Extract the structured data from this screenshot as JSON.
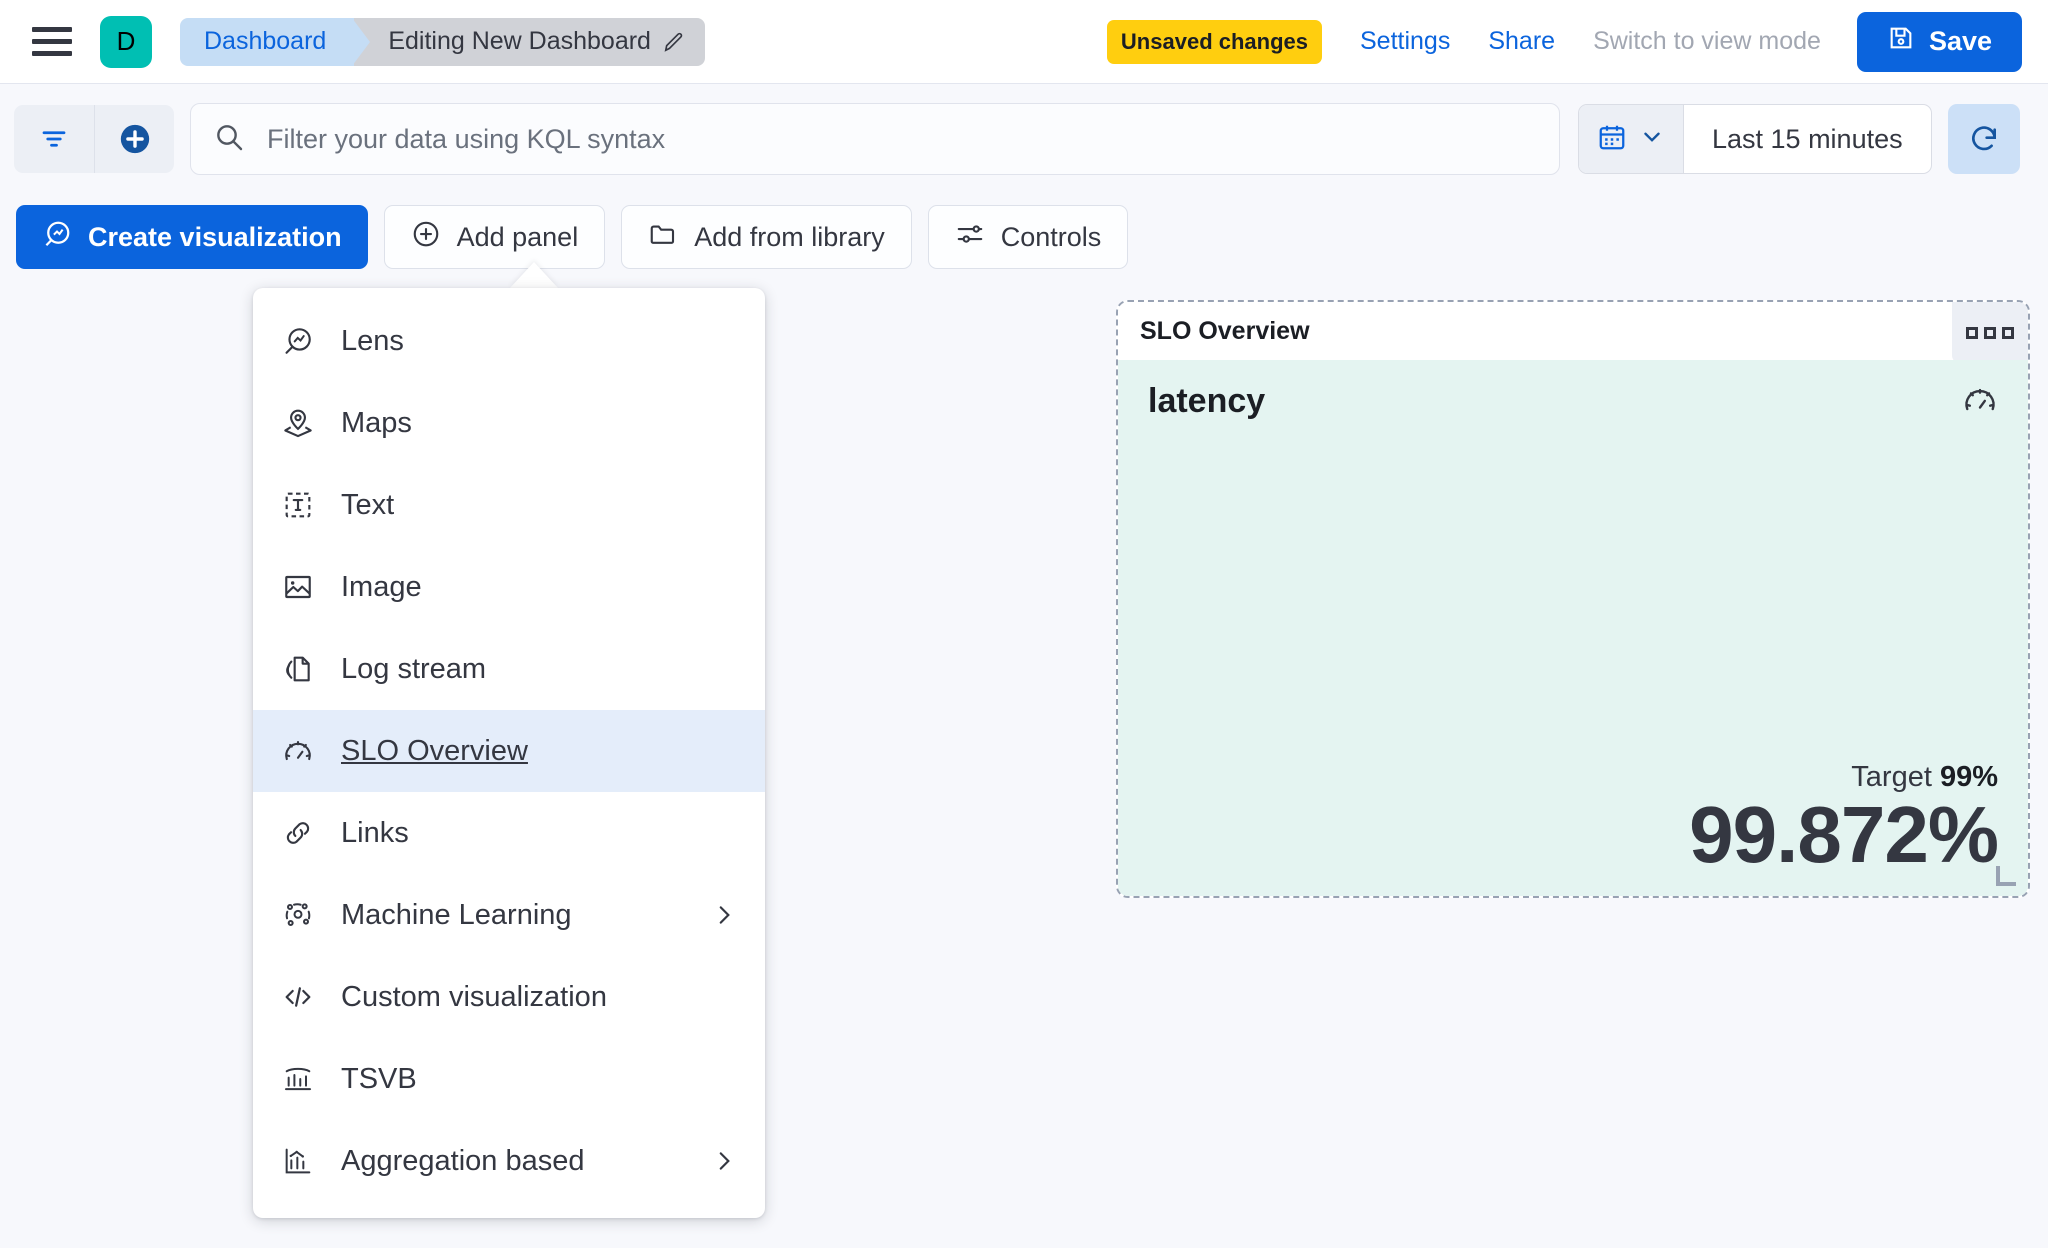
{
  "header": {
    "menu_icon": "hamburger-icon",
    "space_avatar_letter": "D",
    "breadcrumbs": [
      {
        "label": "Dashboard",
        "type": "link"
      },
      {
        "label": "Editing New Dashboard",
        "type": "current",
        "edit_icon": "pencil-icon"
      }
    ],
    "unsaved_badge": "Unsaved changes",
    "settings_label": "Settings",
    "share_label": "Share",
    "view_mode_label": "Switch to view mode",
    "save_label": "Save",
    "save_icon": "save-disk-icon"
  },
  "querybar": {
    "filter_icon": "filter-icon",
    "add_filter_icon": "plus-circle-icon",
    "search_icon": "search-icon",
    "placeholder": "Filter your data using KQL syntax",
    "value": "",
    "calendar_icon": "calendar-icon",
    "chevron_icon": "chevron-down-icon",
    "time_range": "Last 15 minutes",
    "refresh_icon": "refresh-icon"
  },
  "toolbar": {
    "create_visualization": "Create visualization",
    "create_visualization_icon": "lens-icon",
    "add_panel": "Add panel",
    "add_panel_icon": "plus-circle-icon",
    "add_from_library": "Add from library",
    "add_from_library_icon": "folder-icon",
    "controls": "Controls",
    "controls_icon": "controls-sliders-icon"
  },
  "add_panel_menu": {
    "open": true,
    "items": [
      {
        "label": "Lens",
        "icon": "lens-icon",
        "has_submenu": false,
        "active": false
      },
      {
        "label": "Maps",
        "icon": "map-marker-icon",
        "has_submenu": false,
        "active": false
      },
      {
        "label": "Text",
        "icon": "text-box-icon",
        "has_submenu": false,
        "active": false
      },
      {
        "label": "Image",
        "icon": "image-icon",
        "has_submenu": false,
        "active": false
      },
      {
        "label": "Log stream",
        "icon": "log-stream-icon",
        "has_submenu": false,
        "active": false
      },
      {
        "label": "SLO Overview",
        "icon": "gauge-icon",
        "has_submenu": false,
        "active": true
      },
      {
        "label": "Links",
        "icon": "link-icon",
        "has_submenu": false,
        "active": false
      },
      {
        "label": "Machine Learning",
        "icon": "ml-nodes-icon",
        "has_submenu": true,
        "active": false
      },
      {
        "label": "Custom visualization",
        "icon": "code-icon",
        "has_submenu": false,
        "active": false
      },
      {
        "label": "TSVB",
        "icon": "tsvb-icon",
        "has_submenu": false,
        "active": false
      },
      {
        "label": "Aggregation based",
        "icon": "agg-chart-icon",
        "has_submenu": true,
        "active": false
      }
    ]
  },
  "slo_panel": {
    "panel_title": "SLO Overview",
    "context_menu_icon": "three-squares-icon",
    "slo_name": "latency",
    "type_icon": "gauge-icon",
    "target_label": "Target",
    "target_value": "99%",
    "sli_value": "99.872%",
    "background_color": "#E4F4F1",
    "resize_handle_icon": "resize-corner-icon"
  },
  "colors": {
    "primary": "#0B64DD",
    "accent_teal": "#00BFB3",
    "warning": "#FFCE0F",
    "panel_bg": "#E4F4F1",
    "menu_active": "#E4EDFA"
  }
}
